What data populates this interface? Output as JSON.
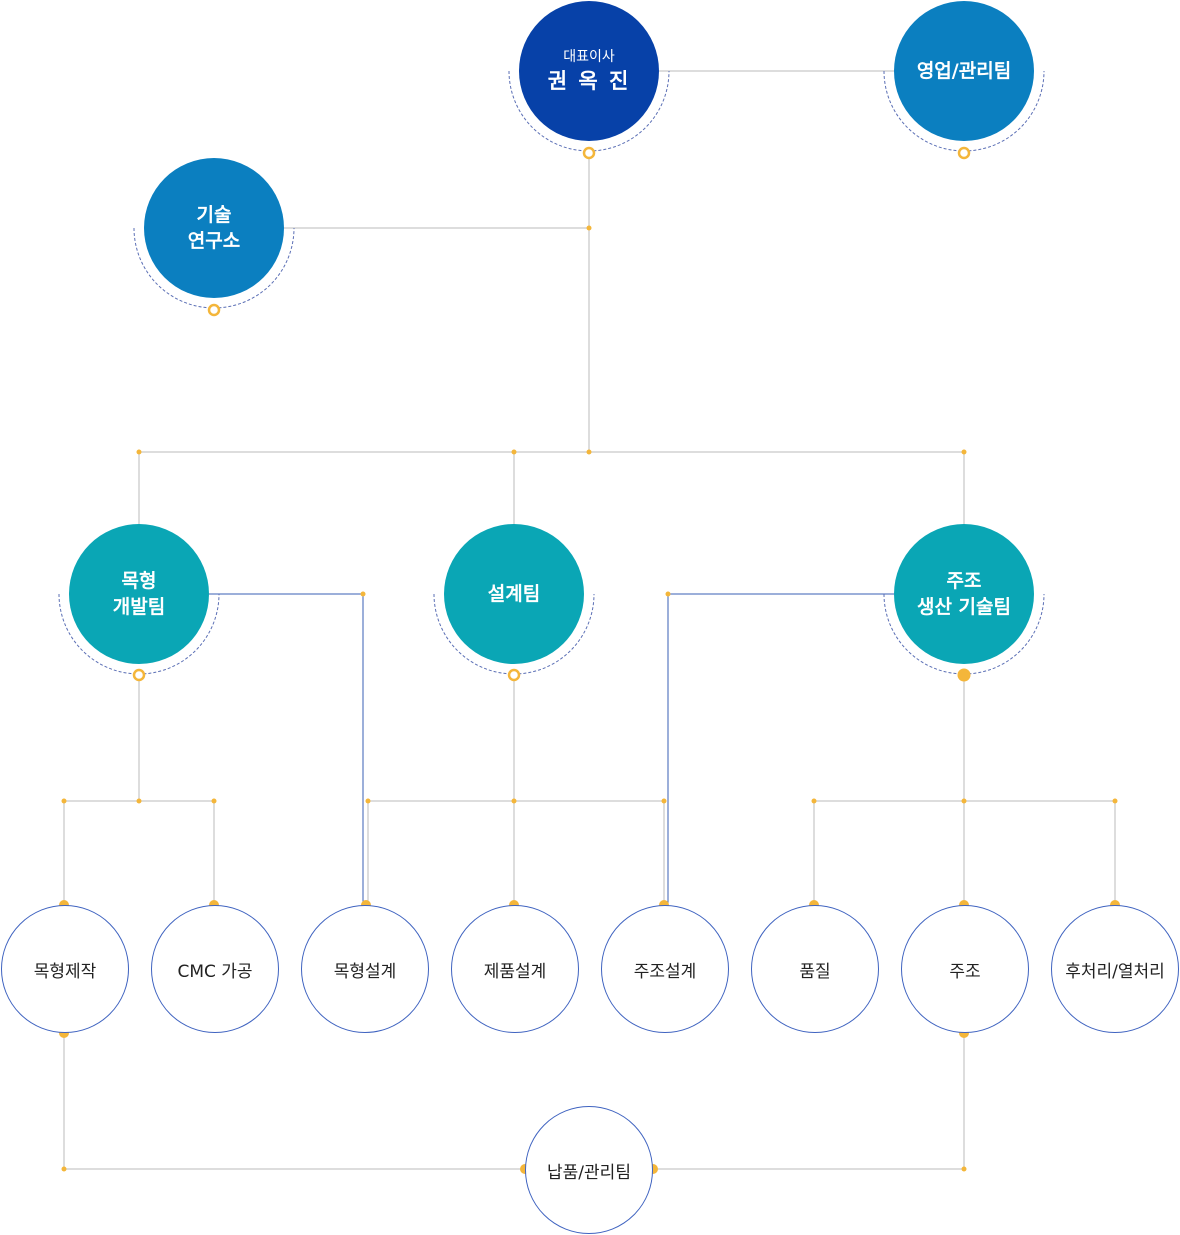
{
  "colors": {
    "ceo": "#0741a8",
    "top_team": "#0b7fc0",
    "department": "#0aa6b5",
    "connector": "#bbbbbb",
    "connector_blue": "#3a5fb5",
    "junction": "#f4b63a",
    "dashed_ring": "#5b6fb5"
  },
  "ceo": {
    "title": "대표이사",
    "name": "권 옥 진"
  },
  "sales_team": {
    "label": "영업/관리팀"
  },
  "research_lab": {
    "line1": "기술",
    "line2": "연구소"
  },
  "departments": [
    {
      "line1": "목형",
      "line2": "개발팀"
    },
    {
      "line1": "설계팀",
      "line2": ""
    },
    {
      "line1": "주조",
      "line2": "생산 기술팀"
    }
  ],
  "units": [
    {
      "label": "목형제작"
    },
    {
      "label": "CMC 가공"
    },
    {
      "label": "목형설계"
    },
    {
      "label": "제품설계"
    },
    {
      "label": "주조설계"
    },
    {
      "label": "품질"
    },
    {
      "label": "주조"
    },
    {
      "label": "후처리/열처리"
    }
  ],
  "delivery_team": {
    "label": "납품/관리팀"
  }
}
